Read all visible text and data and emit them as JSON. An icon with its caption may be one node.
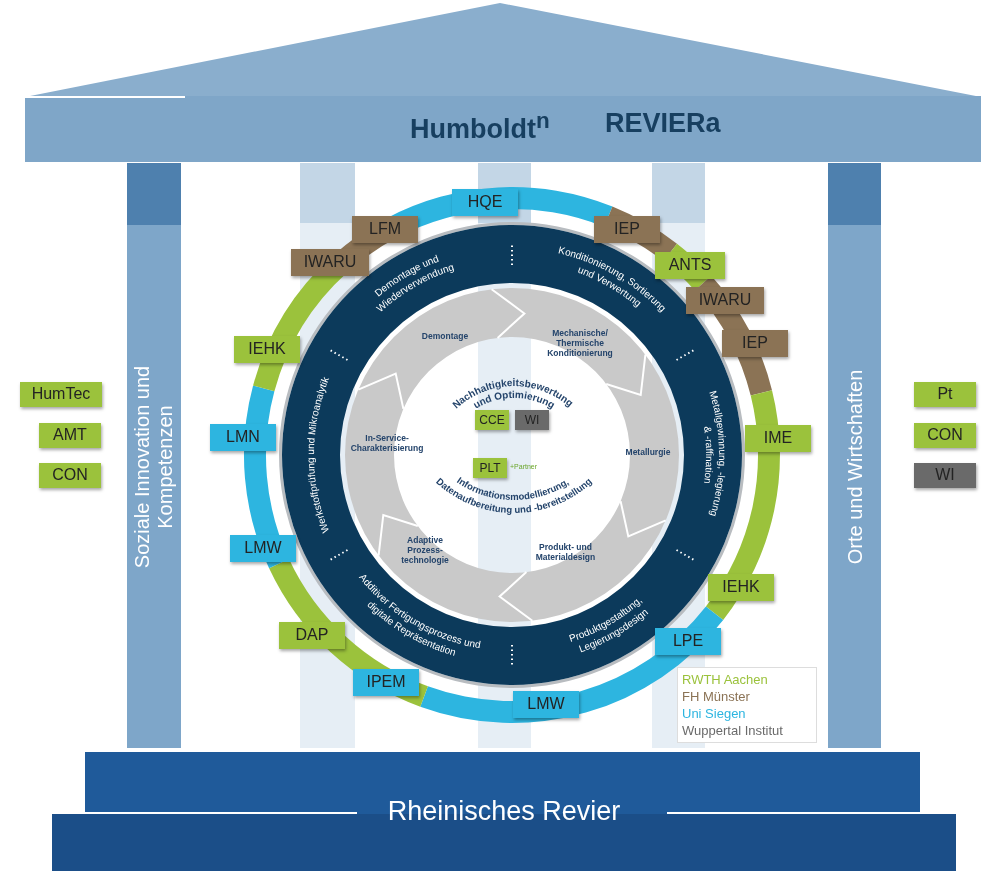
{
  "diagram": {
    "nodes": [
      {
        "text": [
          "Humboldt$^{n}$",
          "REVIERa"
        ]
      },
      {
        "text": [
          "HQE"
        ]
      },
      {
        "text": [
          "LFM"
        ]
      },
      {
        "text": [
          "IEP"
        ]
      },
      {
        "text": [
          "IWARU"
        ]
      },
      {
        "text": [
          "ANTS"
        ]
      },
      {
        "text": [
          "IWARU"
        ]
      },
      {
        "text": [
          "IEHK"
        ]
      },
      {
        "text": [
          "IEP"
        ]
      },
      {
        "text": [
          "Soziale Innovation und Kompetenzen"
        ]
      },
      {
        "text": [
          "Orte und Wirtschaften"
        ]
      },
      {
        "text": [
          "HumTec"
        ]
      },
      {
        "text": [
          "Pt"
        ]
      },
      {
        "text": [
          "CCE"
        ]
      },
      {
        "text": [
          "WI"
        ]
      },
      {
        "text": [
          "AMT"
        ]
      },
      {
        "text": [
          "LMN"
        ]
      },
      {
        "text": [
          "IME"
        ]
      },
      {
        "text": [
          "CON"
        ]
      },
      {
        "text": [
          "CON"
        ]
      },
      {
        "text": [
          "WI"
        ]
      },
      {
        "text": [
          "PLT"
        ],
        "beside": [
          "+Partner"
        ]
      },
      {
        "text": [
          "LMW"
        ]
      },
      {
        "text": [
          "IEHK"
        ]
      },
      {
        "text": [
          "DAP"
        ]
      },
      {
        "text": [
          "LPE"
        ]
      },
      {
        "text": [
          "IPEM"
        ]
      },
      {
        "text": [
          "LMW"
        ]
      },
      {
        "text": [
          "Rheinisches Revier"
        ]
      }
    ],
    "labels": [
      "Demontage und Wiederverwendung",
      "Konditionierung, Sortierung und Verwertung",
      "Demontage",
      "Mechanische/ Thermische Konditionierung",
      "Nachhaltigkeitsbewertung und Optimierung",
      "Werkstoffprüfung und Mikroanalytik",
      "In-Service- Charakterisierung",
      "Metallurgie",
      "Metallgewinnung, -legierung & -raffination",
      "Informationsmodellierung, Datenaufbereitung und -bereitstellung",
      "Adaptive Prozess- technologie",
      "Produkt- und Materialdesign",
      "Additiver Fertigungsprozess und digitale Repräsentation",
      "Produktgestaltung, Legierungsdesign"
    ],
    "legend": [
      {
        "text": "RWTH Aachen",
        "color": "#9bc23c"
      },
      {
        "text": "FH Münster",
        "color": "#8b7355"
      },
      {
        "text": "Uni Siegen",
        "color": "#2db5e0"
      },
      {
        "text": "Wuppertal Institut",
        "color": "#6a6a6a"
      }
    ]
  }
}
